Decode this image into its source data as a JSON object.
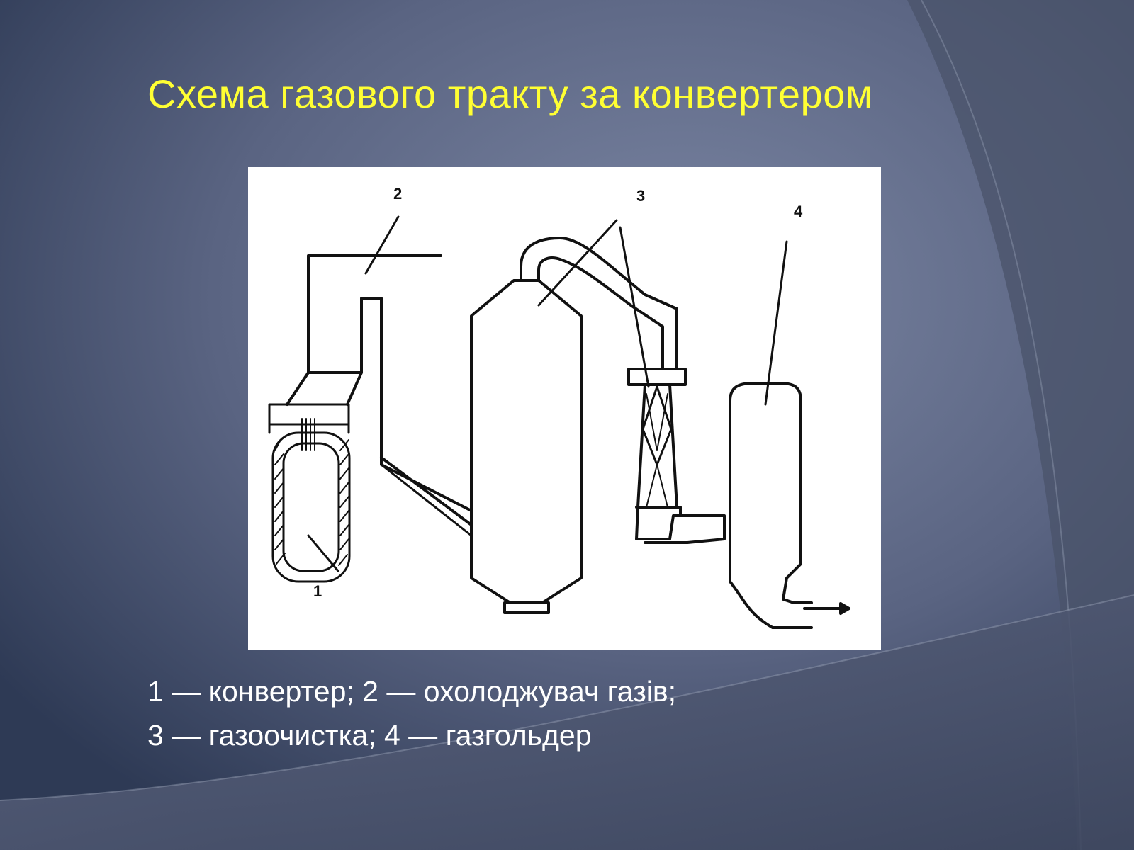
{
  "slide": {
    "title": "Схема газового тракту за конвертером",
    "caption_line1": "1 — конвертер; 2 — охолоджувач газів;",
    "caption_line2": "3 — газоочистка; 4 — газгольдер"
  },
  "diagram": {
    "labels": [
      "1",
      "2",
      "3",
      "4"
    ]
  },
  "colors": {
    "title": "#ffff33",
    "caption": "#ffffff",
    "background_center": "#7b86a3",
    "background_edge": "#2e3a55"
  }
}
